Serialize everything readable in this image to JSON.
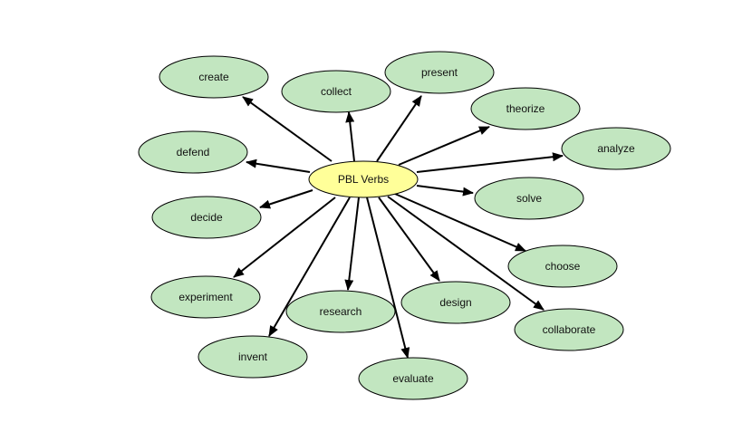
{
  "diagram": {
    "center": {
      "label": "PBL Verbs"
    },
    "nodes": [
      {
        "id": "create",
        "label": "create"
      },
      {
        "id": "collect",
        "label": "collect"
      },
      {
        "id": "present",
        "label": "present"
      },
      {
        "id": "theorize",
        "label": "theorize"
      },
      {
        "id": "analyze",
        "label": "analyze"
      },
      {
        "id": "defend",
        "label": "defend"
      },
      {
        "id": "solve",
        "label": "solve"
      },
      {
        "id": "decide",
        "label": "decide"
      },
      {
        "id": "choose",
        "label": "choose"
      },
      {
        "id": "experiment",
        "label": "experiment"
      },
      {
        "id": "research",
        "label": "research"
      },
      {
        "id": "design",
        "label": "design"
      },
      {
        "id": "collaborate",
        "label": "collaborate"
      },
      {
        "id": "invent",
        "label": "invent"
      },
      {
        "id": "evaluate",
        "label": "evaluate"
      }
    ]
  },
  "colors": {
    "center_fill": "#ffff99",
    "node_fill": "#c2e6c0",
    "stroke": "#000000"
  }
}
